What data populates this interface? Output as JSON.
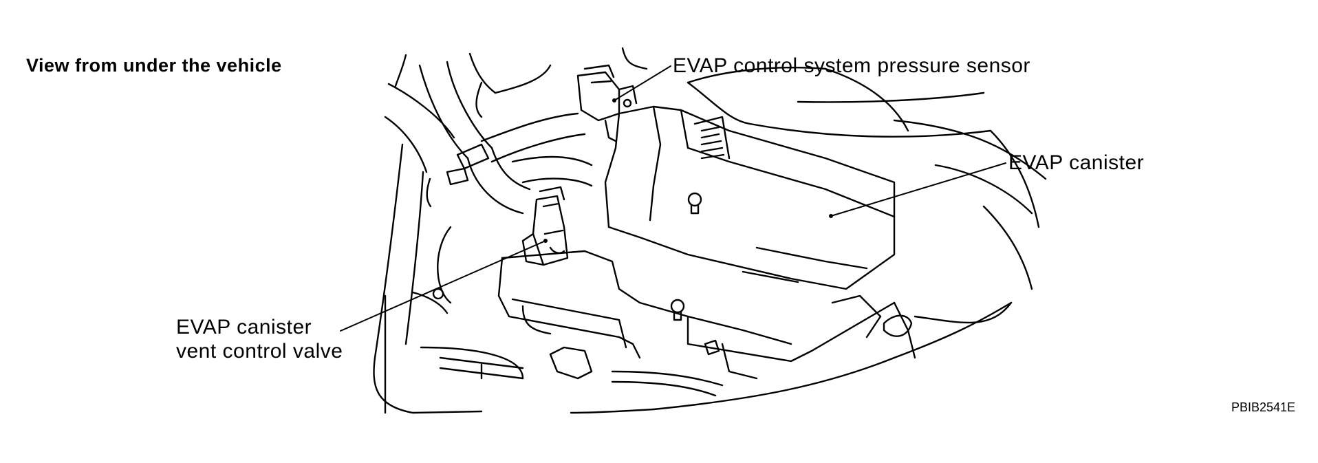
{
  "view_title": "View from under the vehicle",
  "callouts": {
    "pressure_sensor": "EVAP control system pressure sensor",
    "canister": "EVAP canister",
    "vent_valve_line1": "EVAP canister",
    "vent_valve_line2": "vent control valve"
  },
  "figure_code": "PBIB2541E"
}
